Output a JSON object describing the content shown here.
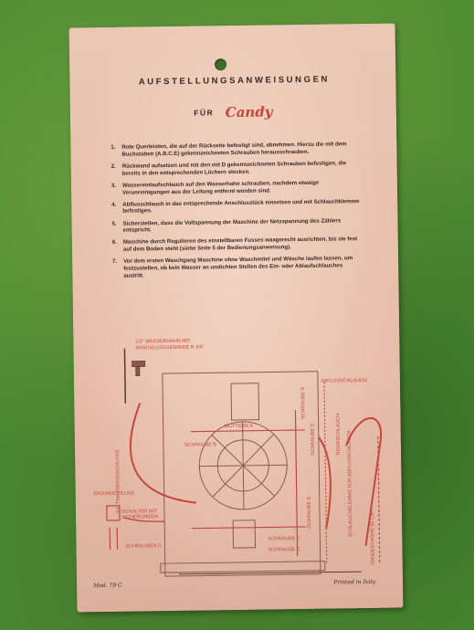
{
  "card": {
    "title": "AUFSTELLUNGSANWEISUNGEN",
    "fuer": "FÜR",
    "brand": "Candy",
    "steps": [
      {
        "num": "1.",
        "text": "Rote Querleisten, die auf der Rückseite befestigt sind, abnehmen. Hierzu die mit dem Buchstaben (A.B.C.E) gekennzeichneten Schrauben herausschrauben."
      },
      {
        "num": "2.",
        "text": "Rückwand aufsetzen und mit den mit D gekennzeichneten Schrauben befestigen, die bereits in den entsprechenden Löchern stecken."
      },
      {
        "num": "3.",
        "text": "Wassereinlaufschlauch auf den Wasserhahn schrauben, nachdem etwaige Verunreinigungen aus der Leitung entfernt worden sind."
      },
      {
        "num": "4.",
        "text": "Abflusschlauch in das entsprechende Anschlusstück einsetzen und mit Schlauchklemme befestigen."
      },
      {
        "num": "5.",
        "text": "Sicherstellen, dass die Voltspannung der Maschine der Netzspannung des Zählers entspricht."
      },
      {
        "num": "6.",
        "text": "Maschine durch Regulieren des einstellbaren Fusses waagerecht ausrichten, bis sie fest auf dem Boden steht (siehe Seite 5 der Bedienungsanweisung)."
      },
      {
        "num": "7.",
        "text": "Vor dem ersten Waschgang Maschine ohne Waschmitel und Wäsche laufen lassen, um festzustellen, ob kein Wasser an undichten Stellen des Ein- oder Ablaufschlauches austritt."
      }
    ],
    "model": "Mod. 79 C",
    "printed": "Printed in Italy"
  },
  "diagram": {
    "labels": {
      "tap_line1": "1/2\" WASSERHAHN MIT",
      "tap_line2": "ANSCHLUSSGEWINDE  R 3/4\"",
      "drain_hose": "ABFLUSSCHLAUCH",
      "inlet_hose": "KALTWASSERANSCHLUSS",
      "nuts_a": "MUTTERN A",
      "screw_b": "SCHRAUBE B",
      "screw_d_top": "SCHRAUBE D",
      "screw_d_side": "SCHRAUBE D",
      "hose_right": "ROHRSCHLAUCH",
      "clamp": "SCHLAUCHKLEMME FÜR ABFLUSSCHLAUCH",
      "min_height": "MINDESTHÖHE 80 CM.",
      "mains": "ERDANSCHLUSS",
      "switch": "SCHALTER MIT",
      "fuses": "SICHERUNGEN",
      "screws_d": "SCHRAUBEN D",
      "screw_c": "SCHRAUBE C",
      "screw_e": "SCHRAUBE E",
      "screw_d_low": "SCHRAUBE D"
    },
    "colors": {
      "ink": "#c5473b",
      "text": "#3a2a24",
      "paper": "#e9c3b0",
      "background": "#4f8a32"
    }
  }
}
